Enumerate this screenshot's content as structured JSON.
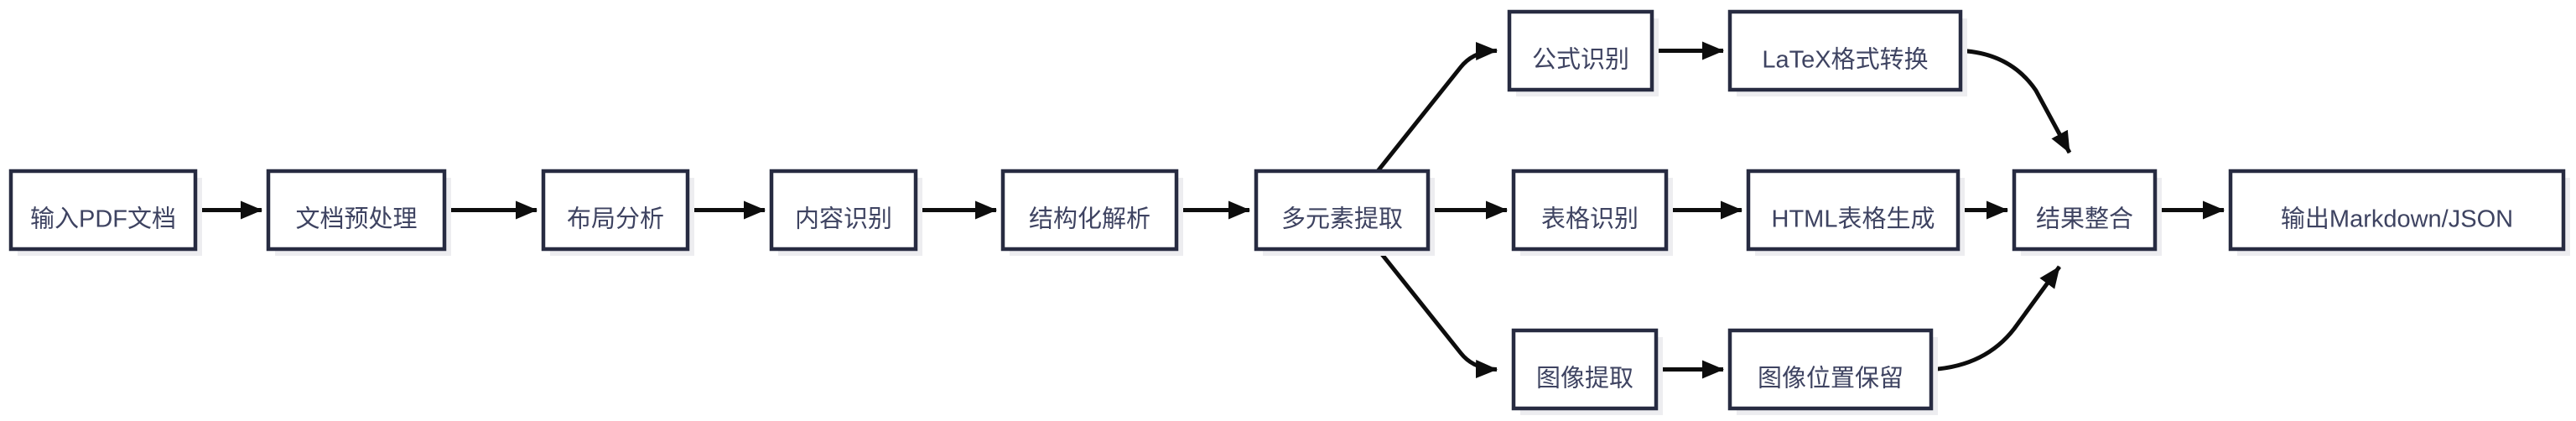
{
  "diagram": {
    "type": "flowchart",
    "direction": "left-to-right",
    "colors": {
      "background": "#ffffff",
      "node_fill": "#ffffff",
      "node_border": "#272b41",
      "node_text": "#3e4361",
      "node_shadow": "#ededf0",
      "arrow": "#0d0d0d"
    },
    "nodes": [
      {
        "id": "input-pdf",
        "label": "输入PDF文档"
      },
      {
        "id": "preprocess",
        "label": "文档预处理"
      },
      {
        "id": "layout-analysis",
        "label": "布局分析"
      },
      {
        "id": "content-recognition",
        "label": "内容识别"
      },
      {
        "id": "structured-parsing",
        "label": "结构化解析"
      },
      {
        "id": "multi-element-extraction",
        "label": "多元素提取"
      },
      {
        "id": "formula-recognition",
        "label": "公式识别"
      },
      {
        "id": "latex-conversion",
        "label": "LaTeX格式转换"
      },
      {
        "id": "table-recognition",
        "label": "表格识别"
      },
      {
        "id": "html-table-generation",
        "label": "HTML表格生成"
      },
      {
        "id": "image-extraction",
        "label": "图像提取"
      },
      {
        "id": "image-position-preservation",
        "label": "图像位置保留"
      },
      {
        "id": "result-integration",
        "label": "结果整合"
      },
      {
        "id": "output-markdown-json",
        "label": "输出Markdown/JSON"
      }
    ],
    "edges": [
      {
        "from": "input-pdf",
        "to": "preprocess"
      },
      {
        "from": "preprocess",
        "to": "layout-analysis"
      },
      {
        "from": "layout-analysis",
        "to": "content-recognition"
      },
      {
        "from": "content-recognition",
        "to": "structured-parsing"
      },
      {
        "from": "structured-parsing",
        "to": "multi-element-extraction"
      },
      {
        "from": "multi-element-extraction",
        "to": "formula-recognition"
      },
      {
        "from": "multi-element-extraction",
        "to": "table-recognition"
      },
      {
        "from": "multi-element-extraction",
        "to": "image-extraction"
      },
      {
        "from": "formula-recognition",
        "to": "latex-conversion"
      },
      {
        "from": "table-recognition",
        "to": "html-table-generation"
      },
      {
        "from": "image-extraction",
        "to": "image-position-preservation"
      },
      {
        "from": "latex-conversion",
        "to": "result-integration"
      },
      {
        "from": "html-table-generation",
        "to": "result-integration"
      },
      {
        "from": "image-position-preservation",
        "to": "result-integration"
      },
      {
        "from": "result-integration",
        "to": "output-markdown-json"
      }
    ]
  }
}
